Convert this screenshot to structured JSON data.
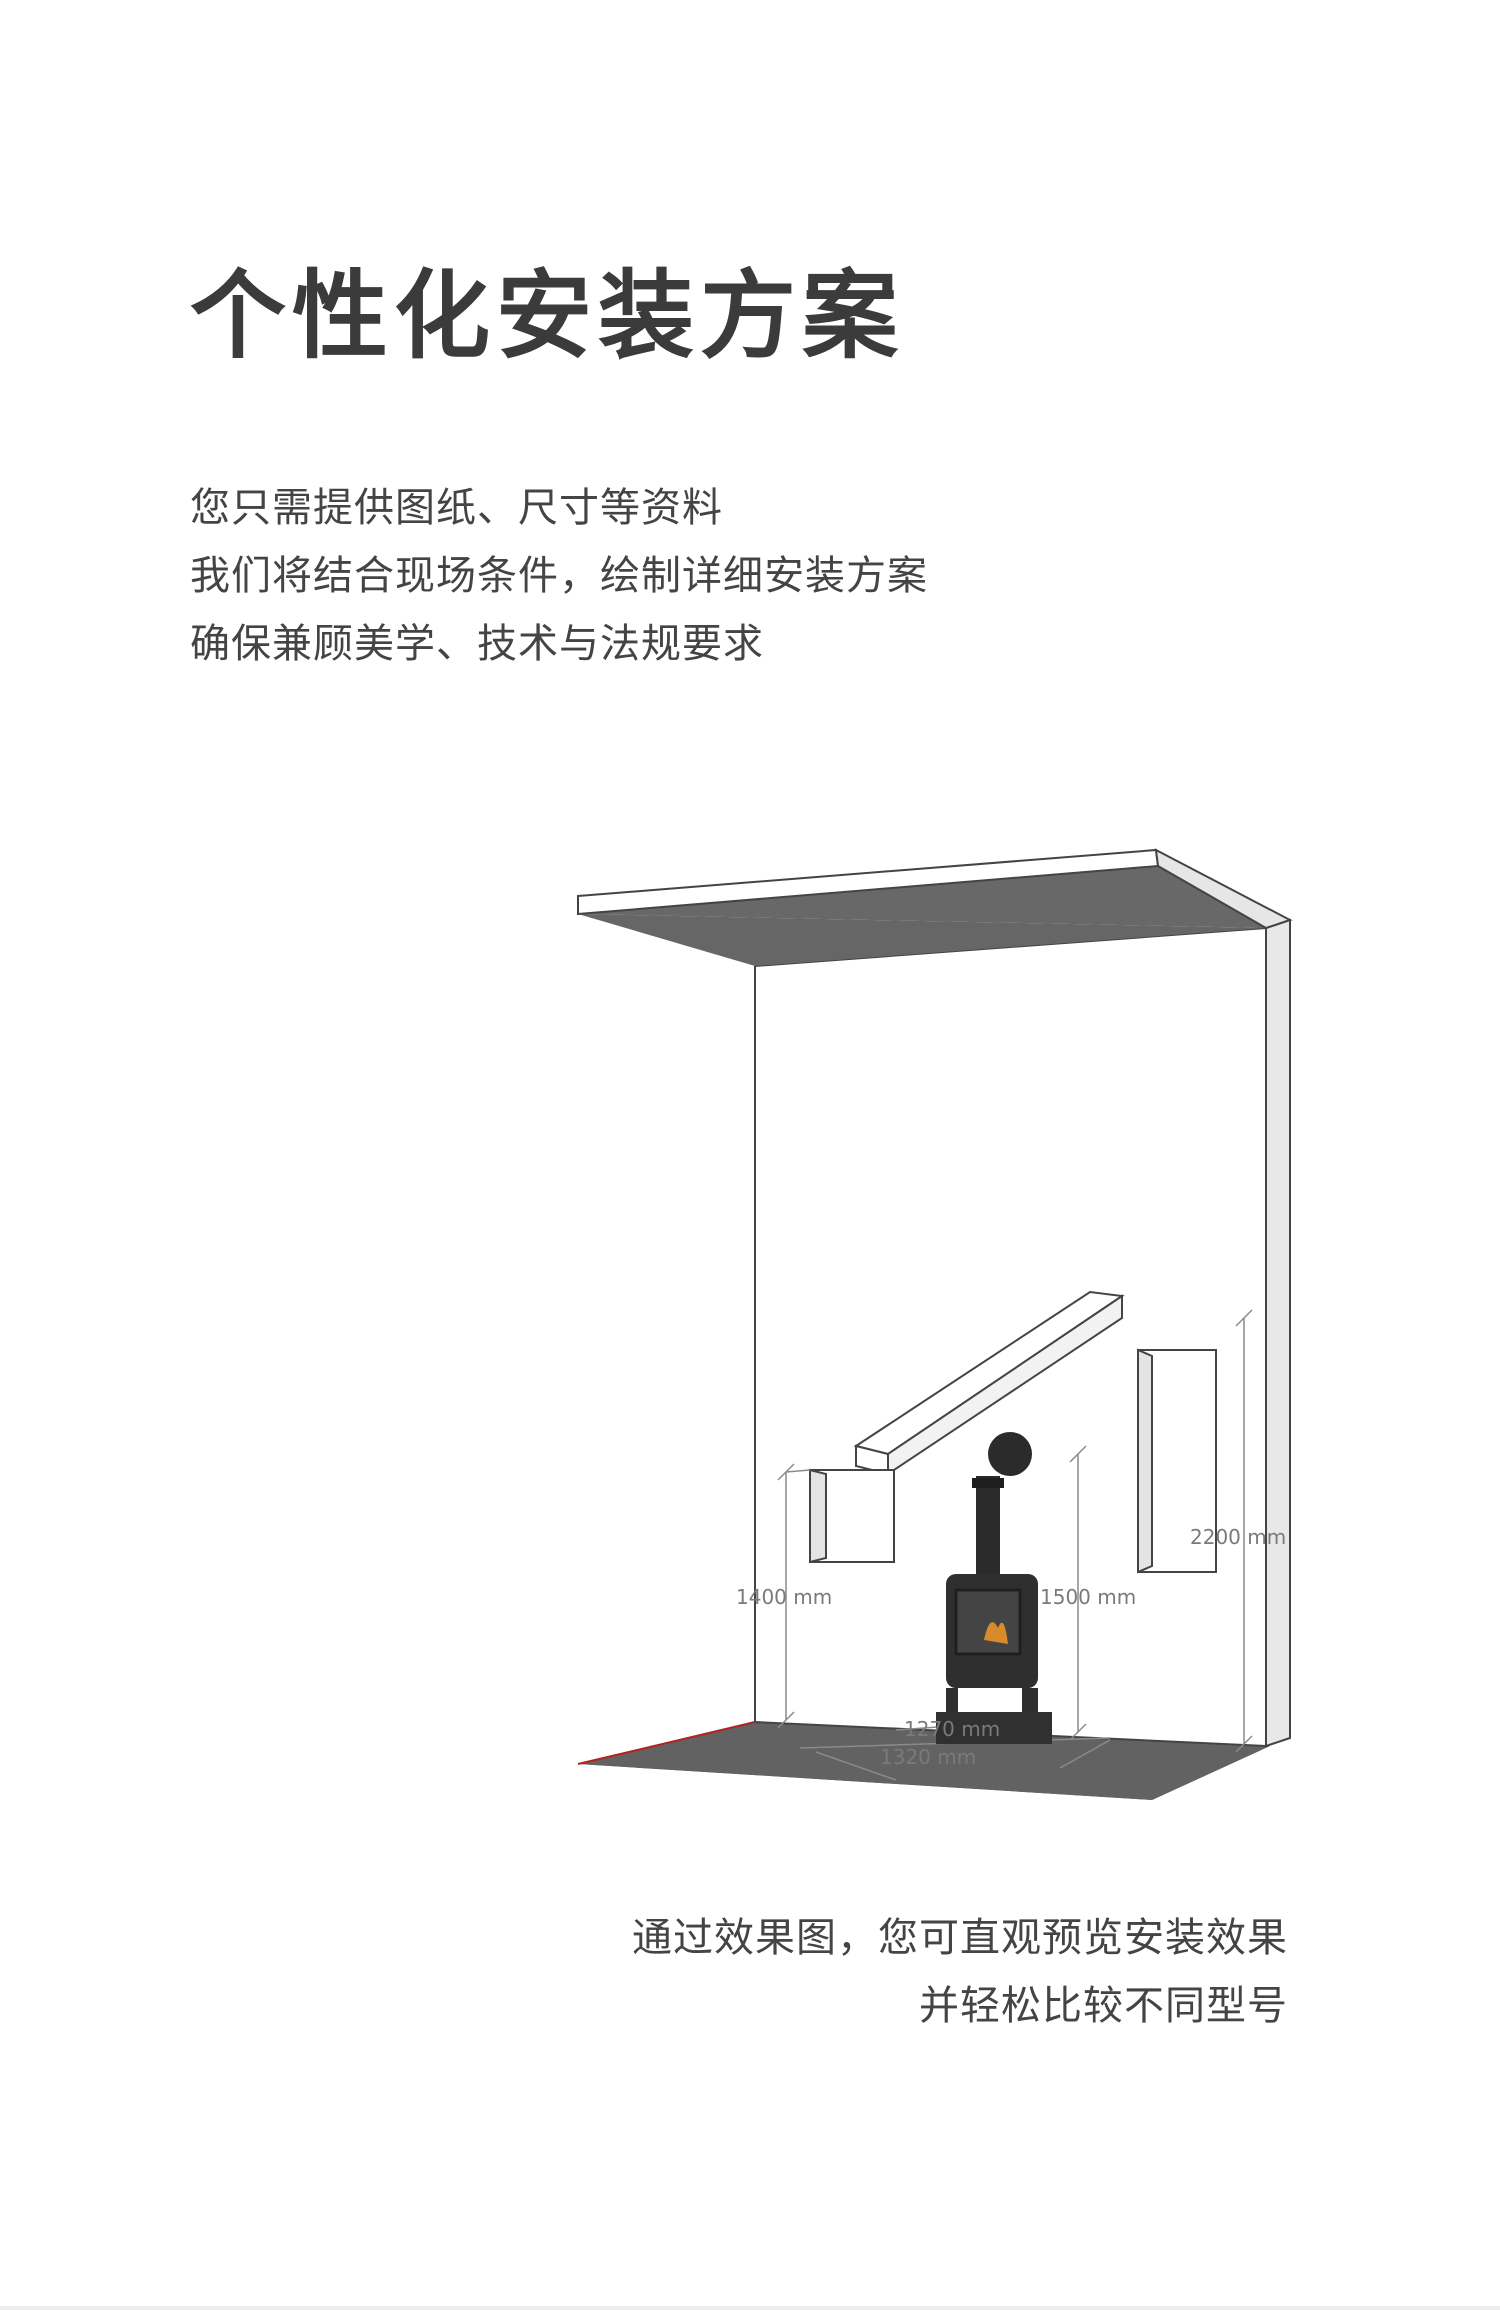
{
  "headline": "个性化安装方案",
  "intro": [
    "您只需提供图纸、尺寸等资料",
    "我们将结合现场条件，绘制详细安装方案",
    "确保兼顾美学、技术与法规要求"
  ],
  "dimensions": {
    "left_height": "1400 mm",
    "center_height": "1500 mm",
    "right_height": "2200 mm",
    "depth": "1270 mm",
    "floor_width": "1320 mm"
  },
  "caption": [
    "通过效果图，您可直观预览安装效果",
    "并轻松比较不同型号"
  ]
}
